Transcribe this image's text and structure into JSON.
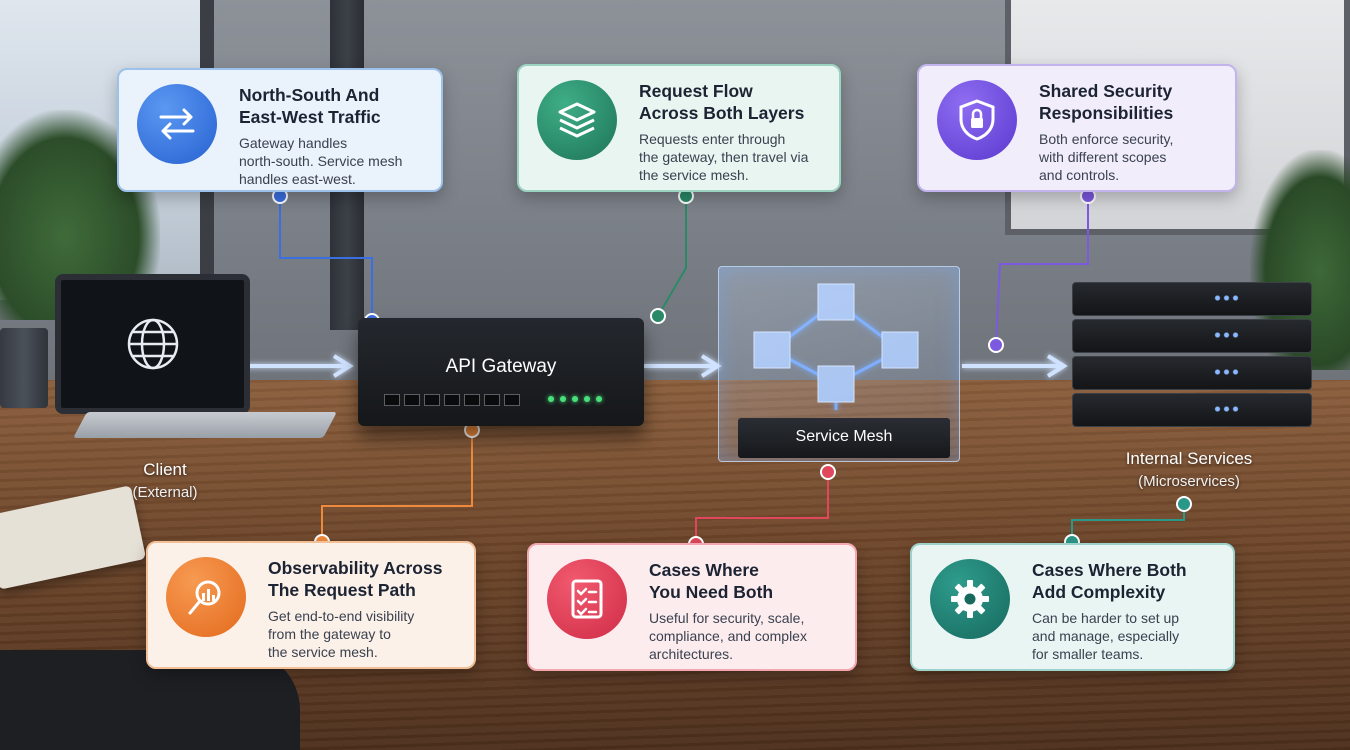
{
  "devices": {
    "client": {
      "name": "Client",
      "sub": "(External)"
    },
    "gateway": {
      "label": "API Gateway"
    },
    "mesh": {
      "label": "Service Mesh"
    },
    "services": {
      "name": "Internal Services",
      "sub": "(Microservices)"
    }
  },
  "cards": {
    "traffic": {
      "title_line1": "North-South And",
      "title_line2": "East-West Traffic",
      "desc_line1": "Gateway handles",
      "desc_line2": "north-south. Service mesh",
      "desc_line3": "handles east-west.",
      "icon": "arrows-swap-icon",
      "color": "#2761d1"
    },
    "flow": {
      "title_line1": "Request Flow",
      "title_line2": "Across Both Layers",
      "desc_line1": "Requests enter through",
      "desc_line2": "the gateway, then travel via",
      "desc_line3": "the service mesh.",
      "icon": "layers-icon",
      "color": "#1d7457"
    },
    "security": {
      "title_line1": "Shared Security",
      "title_line2": "Responsibilities",
      "desc_line1": "Both enforce security,",
      "desc_line2": "with different scopes",
      "desc_line3": "and controls.",
      "icon": "shield-lock-icon",
      "color": "#5a38cf"
    },
    "observability": {
      "title_line1": "Observability Across",
      "title_line2": "The Request Path",
      "desc_line1": "Get end-to-end visibility",
      "desc_line2": "from the gateway to",
      "desc_line3": "the service mesh.",
      "icon": "magnifier-chart-icon",
      "color": "#e36a1c"
    },
    "need_both": {
      "title_line1": "Cases Where",
      "title_line2": "You Need Both",
      "desc_line1": "Useful for security, scale,",
      "desc_line2": "compliance, and complex",
      "desc_line3": "architectures.",
      "icon": "checklist-icon",
      "color": "#cf2c46"
    },
    "complexity": {
      "title_line1": "Cases Where Both",
      "title_line2": "Add Complexity",
      "desc_line1": "Can be harder to set up",
      "desc_line2": "and manage, especially",
      "desc_line3": "for smaller teams.",
      "icon": "gear-icon",
      "color": "#17695e"
    }
  }
}
